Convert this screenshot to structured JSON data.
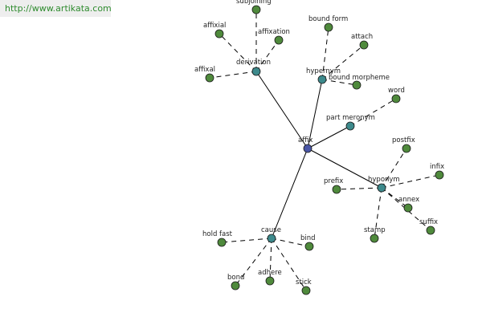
{
  "banner": {
    "url_text": "http://www.artikata.com"
  },
  "colors": {
    "center_node": "#4a56a6",
    "relation_node": "#3d8a8c",
    "leaf_node": "#4f8a3c",
    "link_text": "#2e8b2e",
    "banner_bg": "#eeeeee"
  },
  "graph": {
    "nodes": [
      {
        "id": "affix",
        "label": "affix",
        "kind": "center"
      },
      {
        "id": "derivation",
        "label": "derivation",
        "kind": "relation"
      },
      {
        "id": "hypernym",
        "label": "hypernym",
        "kind": "relation"
      },
      {
        "id": "part-meronym",
        "label": "part meronym",
        "kind": "relation"
      },
      {
        "id": "hyponym",
        "label": "hyponym",
        "kind": "relation"
      },
      {
        "id": "cause",
        "label": "cause",
        "kind": "relation"
      },
      {
        "id": "subjoining",
        "label": "subjoining",
        "kind": "leaf"
      },
      {
        "id": "affixial",
        "label": "affixial",
        "kind": "leaf"
      },
      {
        "id": "affixation",
        "label": "affixation",
        "kind": "leaf"
      },
      {
        "id": "affixal",
        "label": "affixal",
        "kind": "leaf"
      },
      {
        "id": "bound-form",
        "label": "bound form",
        "kind": "leaf"
      },
      {
        "id": "attach",
        "label": "attach",
        "kind": "leaf"
      },
      {
        "id": "bound-morpheme",
        "label": "bound morpheme",
        "kind": "leaf"
      },
      {
        "id": "word",
        "label": "word",
        "kind": "leaf"
      },
      {
        "id": "postfix",
        "label": "postfix",
        "kind": "leaf"
      },
      {
        "id": "infix",
        "label": "infix",
        "kind": "leaf"
      },
      {
        "id": "prefix",
        "label": "prefix",
        "kind": "leaf"
      },
      {
        "id": "annex",
        "label": "annex",
        "kind": "leaf"
      },
      {
        "id": "suffix",
        "label": "suffix",
        "kind": "leaf"
      },
      {
        "id": "stamp",
        "label": "stamp",
        "kind": "leaf"
      },
      {
        "id": "hold-fast",
        "label": "hold fast",
        "kind": "leaf"
      },
      {
        "id": "bind",
        "label": "bind",
        "kind": "leaf"
      },
      {
        "id": "bond",
        "label": "bond",
        "kind": "leaf"
      },
      {
        "id": "adhere",
        "label": "adhere",
        "kind": "leaf"
      },
      {
        "id": "stick",
        "label": "stick",
        "kind": "leaf"
      }
    ],
    "edges": [
      {
        "from": "affix",
        "to": "derivation",
        "style": "solid"
      },
      {
        "from": "affix",
        "to": "hypernym",
        "style": "solid"
      },
      {
        "from": "affix",
        "to": "part-meronym",
        "style": "solid"
      },
      {
        "from": "affix",
        "to": "hyponym",
        "style": "solid"
      },
      {
        "from": "affix",
        "to": "cause",
        "style": "solid"
      },
      {
        "from": "derivation",
        "to": "subjoining",
        "style": "dashed"
      },
      {
        "from": "derivation",
        "to": "affixial",
        "style": "dashed"
      },
      {
        "from": "derivation",
        "to": "affixation",
        "style": "dashed"
      },
      {
        "from": "derivation",
        "to": "affixal",
        "style": "dashed"
      },
      {
        "from": "hypernym",
        "to": "bound-form",
        "style": "dashed"
      },
      {
        "from": "hypernym",
        "to": "attach",
        "style": "dashed"
      },
      {
        "from": "hypernym",
        "to": "bound-morpheme",
        "style": "dashed"
      },
      {
        "from": "part-meronym",
        "to": "word",
        "style": "dashed"
      },
      {
        "from": "hyponym",
        "to": "postfix",
        "style": "dashed"
      },
      {
        "from": "hyponym",
        "to": "infix",
        "style": "dashed"
      },
      {
        "from": "hyponym",
        "to": "prefix",
        "style": "dashed"
      },
      {
        "from": "hyponym",
        "to": "annex",
        "style": "dashed"
      },
      {
        "from": "hyponym",
        "to": "suffix",
        "style": "dashed"
      },
      {
        "from": "hyponym",
        "to": "stamp",
        "style": "dashed"
      },
      {
        "from": "cause",
        "to": "hold-fast",
        "style": "dashed"
      },
      {
        "from": "cause",
        "to": "bind",
        "style": "dashed"
      },
      {
        "from": "cause",
        "to": "bond",
        "style": "dashed"
      },
      {
        "from": "cause",
        "to": "adhere",
        "style": "dashed"
      },
      {
        "from": "cause",
        "to": "stick",
        "style": "dashed"
      }
    ]
  }
}
